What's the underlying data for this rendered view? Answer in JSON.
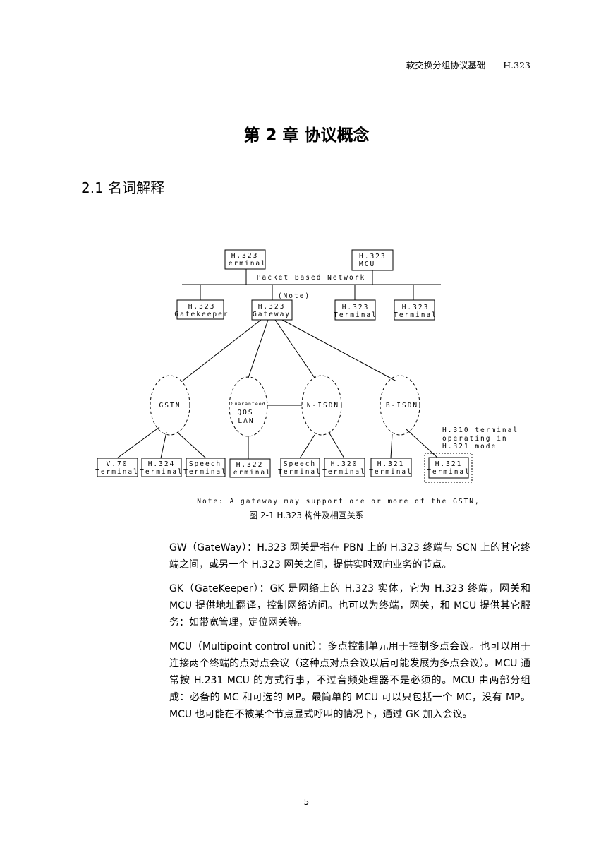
{
  "header": {
    "text": "软交换分组协议基础——H.323"
  },
  "chapter_title": "第 2 章  协议概念",
  "section_title": "2.1  名词解释",
  "diagram": {
    "top_terminal": [
      "H.323",
      "Terminal"
    ],
    "top_mcu": [
      "H.323",
      "MCU"
    ],
    "network_label": "Packet Based Network",
    "note_label": "(Note)",
    "gatekeeper": [
      "H.323",
      "Gatekeeper"
    ],
    "gateway": [
      "H.323",
      "Gateway"
    ],
    "terminal_mid1": [
      "H.323",
      "Terminal"
    ],
    "terminal_mid2": [
      "H.323",
      "Terminal"
    ],
    "net_gstn": "GSTN",
    "net_qos": [
      "Guaranteed",
      "QOS",
      "LAN"
    ],
    "net_nisdn": "N-ISDN",
    "net_bisdn": "B-ISDN",
    "h310_note": [
      "H.310 terminal",
      "operating in",
      "H.321 mode"
    ],
    "bottom": [
      [
        "V.70",
        "Terminal"
      ],
      [
        "H.324",
        "Terminal"
      ],
      [
        "Speech",
        "Terminal"
      ],
      [
        "H.322",
        "Terminal"
      ],
      [
        "Speech",
        "Terminal"
      ],
      [
        "H.320",
        "Terminal"
      ],
      [
        "H.321",
        "Terminal"
      ],
      [
        "H.321",
        "Terminal"
      ]
    ],
    "footnote": "Note: A gateway may support one or more of the GSTN,"
  },
  "figure_caption": "图 2-1  H.323 构件及相互关系",
  "paragraphs": [
    "GW（GateWay）：H.323 网关是指在 PBN 上的 H.323 终端与 SCN 上的其它终端之间，或另一个 H.323 网关之间，提供实时双向业务的节点。",
    "GK（GateKeeper）：GK 是网络上的 H.323 实体，它为 H.323 终端，网关和 MCU 提供地址翻译，控制网络访问。也可以为终端，网关，和 MCU 提供其它服务：如带宽管理，定位网关等。",
    "MCU（Multipoint control unit）：多点控制单元用于控制多点会议。也可以用于连接两个终端的点对点会议（这种点对点会议以后可能发展为多点会议）。MCU 通常按 H.231 MCU 的方式行事，不过音频处理器不是必须的。MCU 由两部分组成：必备的 MC 和可选的 MP。最简单的 MCU 可以只包括一个 MC，没有 MP。MCU 也可能在不被某个节点显式呼叫的情况下，通过 GK 加入会议。"
  ],
  "page_number": "5"
}
